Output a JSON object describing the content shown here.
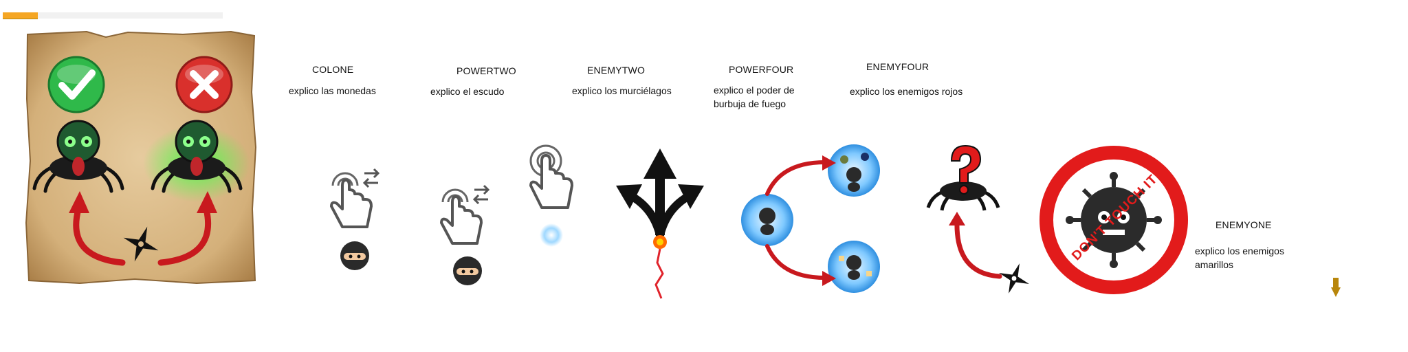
{
  "progress": {
    "fraction": 0.16,
    "color": "#F5A623"
  },
  "panels": {
    "colone": {
      "title": "COLONE",
      "desc_lines": [
        "explico las monedas"
      ]
    },
    "powertwo": {
      "title": "POWERTWO",
      "desc_lines": [
        "explico el escudo"
      ]
    },
    "enemytwo": {
      "title": "ENEMYTWO",
      "desc_lines": [
        "explico los murciélagos"
      ]
    },
    "powerfour": {
      "title": "POWERFOUR",
      "desc_lines": [
        "explico el poder de",
        "burbuja de fuego"
      ]
    },
    "enemyfour": {
      "title": "ENEMYFOUR",
      "desc_lines": [
        "explico los enemigos rojos"
      ]
    },
    "enemyone": {
      "title": "ENEMYONE",
      "desc_lines": [
        "explico los enemigos",
        "amarillos"
      ]
    }
  },
  "dont_touch_text": "DON'T TOUCH IT",
  "icons": {
    "check": "check-icon",
    "cross": "cross-icon",
    "tap_swipe": "tap-swipe-icon",
    "tap": "tap-icon",
    "arrows_split": "split-arrows-icon",
    "question": "question-mark-icon",
    "shuriken": "shuriken-icon",
    "down_arrow": "down-arrow-icon"
  },
  "colors": {
    "parchment": "#D9B98A",
    "check_green": "#2FB94A",
    "cross_red": "#D9302C",
    "arrow_red": "#C8191E",
    "no_sign_red": "#E21B1B",
    "bubble_blue": "#6EC6FF",
    "marker_gold": "#B8860B"
  }
}
